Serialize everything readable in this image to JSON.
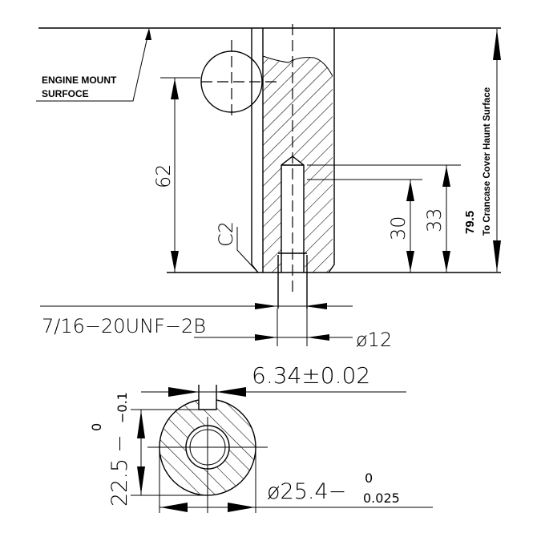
{
  "drawing": {
    "labels": {
      "engine_mount_line1": "ENGINE MOUNT",
      "engine_mount_line2": "SURFOCE",
      "crankcase_value": "79.5",
      "crankcase_label": "To Crancase Cover Haunt Surface",
      "chamfer": "C2"
    },
    "dimensions": {
      "height_62": "62",
      "depth_30": "30",
      "depth_33": "33",
      "thread": "7/16−20UNF−2B",
      "bore": "ø12",
      "key_width": "6.34±0.02",
      "flat_height": "22.5",
      "flat_tol_upper": "0",
      "flat_tol_lower": "−0.1",
      "flat_tol_sep": "−",
      "shaft_dia": "ø25.4−",
      "shaft_tol_upper": "0",
      "shaft_tol_lower": "0.025"
    }
  }
}
